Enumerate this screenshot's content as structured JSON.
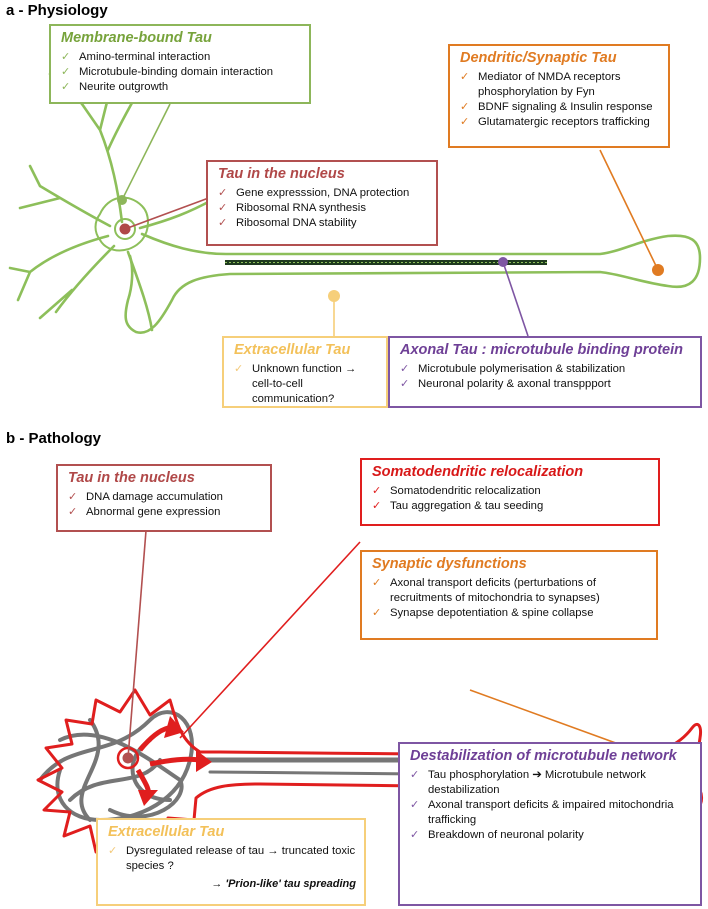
{
  "sections": {
    "physiology": {
      "label": "a - Physiology",
      "boxes": {
        "membrane": {
          "title": "Membrane-bound Tau",
          "items": [
            "Amino-terminal interaction",
            "Microtubule-binding domain interaction",
            "Neurite outgrowth"
          ]
        },
        "dendritic": {
          "title": "Dendritic/Synaptic Tau",
          "items": [
            "Mediator of NMDA receptors phosphorylation by Fyn",
            "BDNF signaling & Insulin response",
            "Glutamatergic receptors trafficking"
          ]
        },
        "nucleus": {
          "title": "Tau in the nucleus",
          "items": [
            "Gene expresssion, DNA protection",
            "Ribosomal RNA synthesis",
            "Ribosomal DNA stability"
          ]
        },
        "extracellular": {
          "title": "Extracellular Tau",
          "items": [
            "Unknown function → cell-to-cell communication?"
          ]
        },
        "axonal": {
          "title": "Axonal Tau : microtubule binding protein",
          "items": [
            "Microtubule polymerisation & stabilization",
            "Neuronal polarity & axonal transppport"
          ]
        }
      }
    },
    "pathology": {
      "label": "b - Pathology",
      "boxes": {
        "nucleus": {
          "title": "Tau in the nucleus",
          "items": [
            "DNA damage accumulation",
            "Abnormal gene expression"
          ]
        },
        "somatodendritic": {
          "title": "Somatodendritic relocalization",
          "items": [
            "Somatodendritic relocalization",
            "Tau aggregation & tau seeding"
          ]
        },
        "synaptic": {
          "title": "Synaptic dysfunctions",
          "items": [
            "Axonal transport deficits (perturbations  of recruitments of mitochondria to synapses)",
            "Synapse depotentiation & spine collapse"
          ]
        },
        "extracellular": {
          "title": "Extracellular Tau",
          "items": [
            "Dysregulated release of tau → truncated toxic species ?"
          ],
          "note": "→ 'Prion-like' tau spreading"
        },
        "destabilization": {
          "title": "Destabilization of microtubule network",
          "items": [
            "Tau phosphorylation ➔ Microtubule network destabilization",
            "Axonal transport deficits & impaired mitochondria trafficking",
            "Breakdown of neuronal polarity"
          ]
        }
      }
    }
  },
  "check_glyph": "✓",
  "colors": {
    "neuron_physiology": "#8dbf5a",
    "neuron_pathology": "#e01e1e",
    "tangles": "#6f6f6f",
    "green": "#8db65a",
    "brown": "#b25050",
    "orange": "#e07b22",
    "yellow": "#f6cf7a",
    "purple": "#7e56a3",
    "red": "#e01e1e"
  }
}
